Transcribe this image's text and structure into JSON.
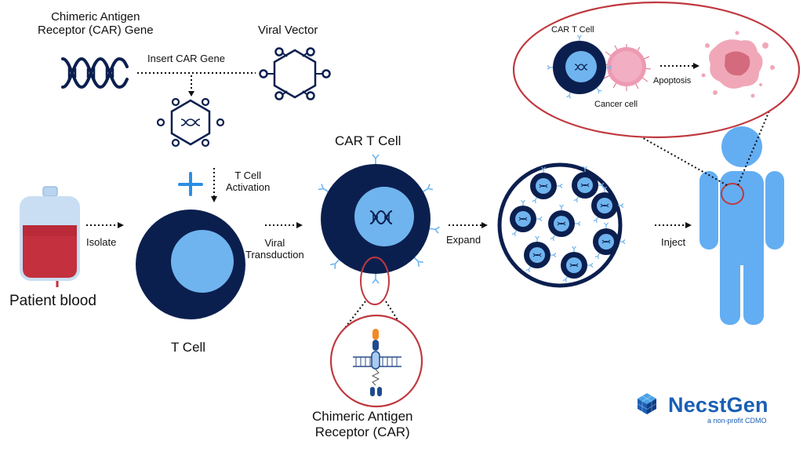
{
  "labels": {
    "car_gene": "Chimeric Antigen\nReceptor (CAR) Gene",
    "viral_vector": "Viral Vector",
    "insert_car_gene": "Insert CAR Gene",
    "t_cell_activation": "T Cell\nActivation",
    "isolate": "Isolate",
    "patient_blood": "Patient blood",
    "t_cell": "T Cell",
    "viral_transduction": "Viral\nTransduction",
    "car_t_cell": "CAR T Cell",
    "expand": "Expand",
    "inject": "Inject",
    "car_receptor": "Chimeric Antigen\nReceptor (CAR)",
    "inset_car_t_cell": "CAR T Cell",
    "cancer_cell": "Cancer cell",
    "apoptosis": "Apoptosis"
  },
  "brand": {
    "name": "NecstGen",
    "tagline": "a non-profit CDMO"
  },
  "colors": {
    "navy": "#0b1f4f",
    "light_blue": "#6fb4ee",
    "bright_blue": "#2b8ee6",
    "body_blue": "#63aef2",
    "blood_red": "#c4303e",
    "inset_red": "#c0393f",
    "cancer_pink": "#e98aa5",
    "brand_blue": "#1a5fb4"
  },
  "icons": [
    "dna-icon",
    "viral-vector-icon",
    "plus-icon",
    "blood-bag-icon",
    "human-body-icon",
    "logo-cube-icon"
  ]
}
